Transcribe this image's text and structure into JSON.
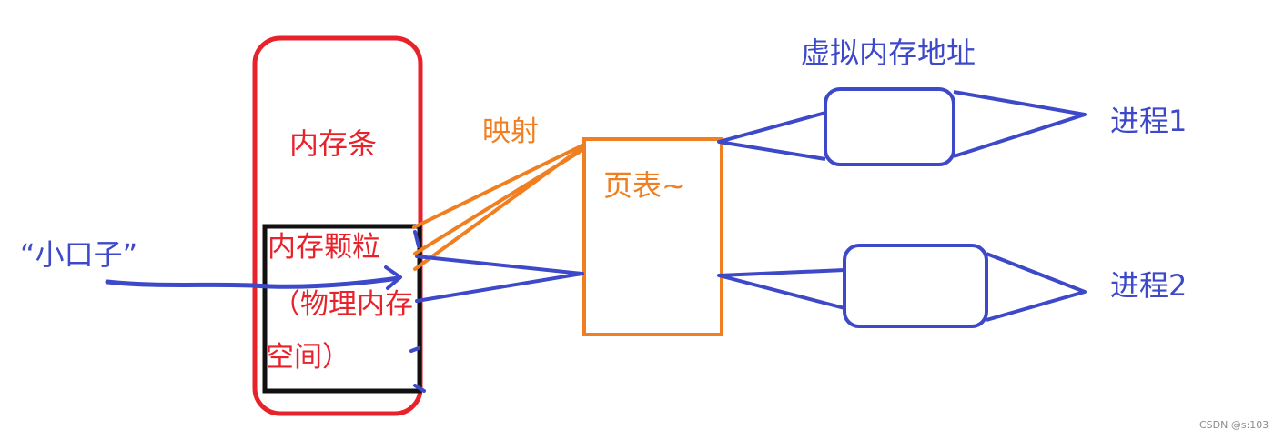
{
  "labels": {
    "memory_stick": "内存条",
    "memory_chip": "内存颗粒",
    "physical_memory": "（物理内存",
    "space": "空间）",
    "mapping": "映射",
    "page_table": "页表~",
    "virtual_address": "虚拟内存地址",
    "process_1": "进程1",
    "process_2": "进程2",
    "small_opening": "“小口子”"
  },
  "watermark": "CSDN @s:103",
  "colors": {
    "memory_stick": "#e8222b",
    "memory_chip": "#111111",
    "page_table": "#f07f22",
    "mapping_lines": "#f07f22",
    "virtual_memory": "#3d49c8",
    "process_links": "#3d49c8",
    "background": "#ffffff"
  }
}
